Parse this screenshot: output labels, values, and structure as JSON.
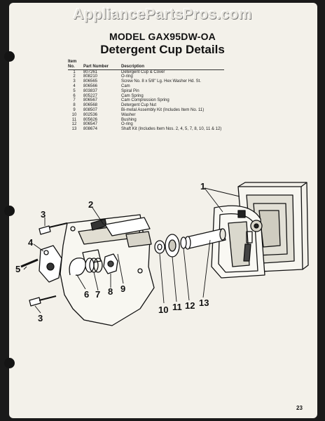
{
  "watermark": "AppliancePartsPros.com",
  "model": "MODEL GAX95DW-OA",
  "title": "Detergent Cup Details",
  "table": {
    "headers": {
      "item_top": "Item",
      "item_bottom": "No.",
      "part_number": "Part Number",
      "description": "Description"
    },
    "rows": [
      {
        "no": "1",
        "part": "807261",
        "desc": "Detergent Cup & Cover"
      },
      {
        "no": "2",
        "part": "808210",
        "desc": "O-ring"
      },
      {
        "no": "3",
        "part": "806565",
        "desc": "Screw No. 8 x 5/8\" Lg. Hex Washer Hd. St."
      },
      {
        "no": "4",
        "part": "806566",
        "desc": "Cam"
      },
      {
        "no": "5",
        "part": "803837",
        "desc": "Spiral Pin"
      },
      {
        "no": "6",
        "part": "805227",
        "desc": "Cam Spring"
      },
      {
        "no": "7",
        "part": "806567",
        "desc": "Cam Compression Spring"
      },
      {
        "no": "8",
        "part": "806568",
        "desc": "Detergent Cup Nut"
      },
      {
        "no": "9",
        "part": "808507",
        "desc": "Bi-metal Assembly Kit (Includes Item No. 11)"
      },
      {
        "no": "10",
        "part": "802536",
        "desc": "Washer"
      },
      {
        "no": "11",
        "part": "805626",
        "desc": "Bushing"
      },
      {
        "no": "12",
        "part": "806547",
        "desc": "O-ring"
      },
      {
        "no": "13",
        "part": "808674",
        "desc": "Shaft Kit (Includes Item Nos. 2, 4, 5, 7, 8, 10, 11 & 12)"
      }
    ]
  },
  "callouts": [
    "1",
    "2",
    "3",
    "4",
    "5",
    "6",
    "7",
    "8",
    "9",
    "10",
    "11",
    "12",
    "13",
    "3"
  ],
  "page_number": "23"
}
